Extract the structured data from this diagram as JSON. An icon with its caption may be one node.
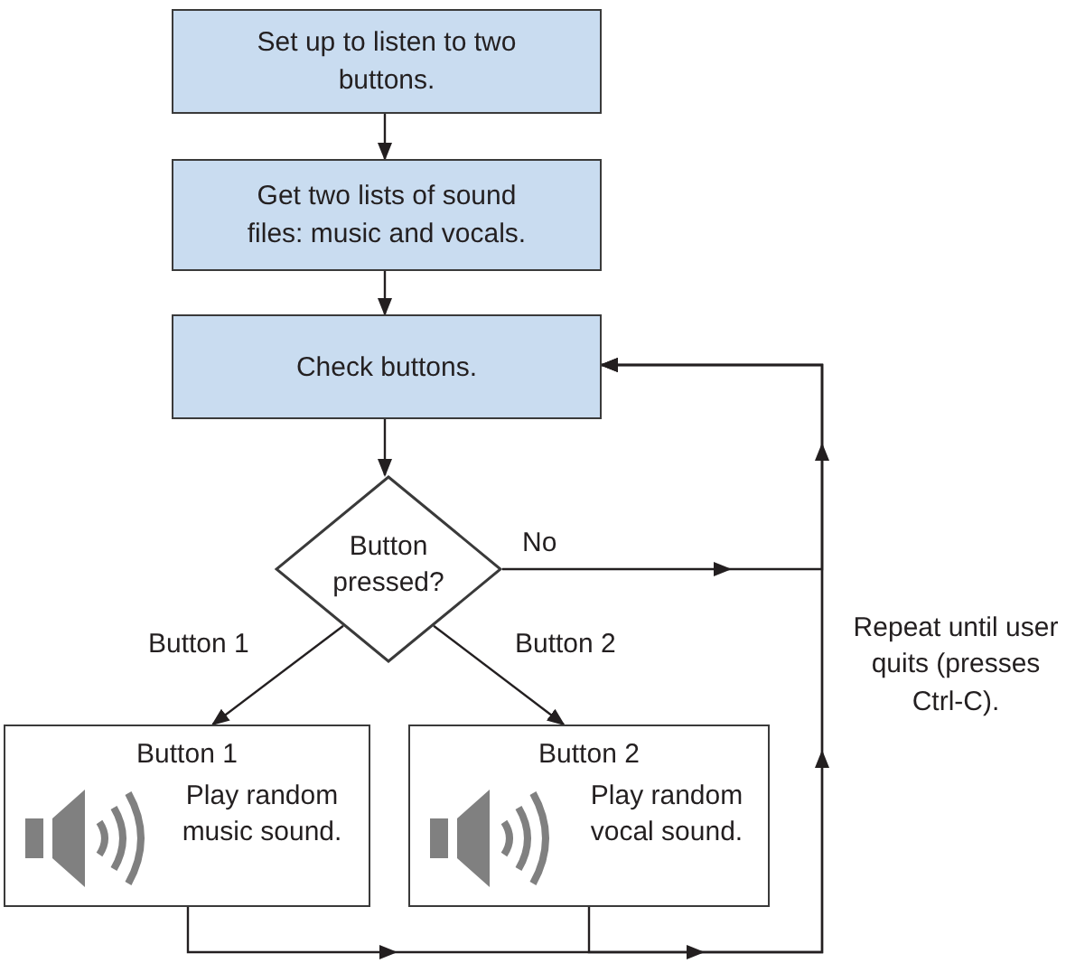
{
  "diagram": {
    "nodes": [
      {
        "text": [
          "Set up to listen to two buttons."
        ]
      },
      {
        "text": [
          "Get two lists of sound files: music and vocals."
        ]
      },
      {
        "text": [
          "Check buttons."
        ]
      },
      {
        "text": [
          "Button pressed?"
        ]
      },
      {
        "text": [
          "Button 1",
          "Play random music sound."
        ]
      },
      {
        "text": [
          "Button 2",
          "Play random vocal sound."
        ]
      }
    ],
    "edges": [
      {
        "from": 0,
        "to": 1,
        "arrow": "to"
      },
      {
        "from": 1,
        "to": 2,
        "arrow": "to"
      },
      {
        "from": 2,
        "to": 3,
        "arrow": "to"
      },
      {
        "from": 3,
        "to": 2,
        "arrow": "to",
        "label": "No"
      },
      {
        "from": 3,
        "to": 4,
        "arrow": "to",
        "label": "Button 1"
      },
      {
        "from": 3,
        "to": 5,
        "arrow": "to",
        "label": "Button 2"
      },
      {
        "from": 4,
        "to": 2,
        "arrow": "to"
      },
      {
        "from": 5,
        "to": 2,
        "arrow": "to"
      }
    ],
    "labels": [
      "Repeat until user quits (presses Ctrl-C)."
    ]
  }
}
